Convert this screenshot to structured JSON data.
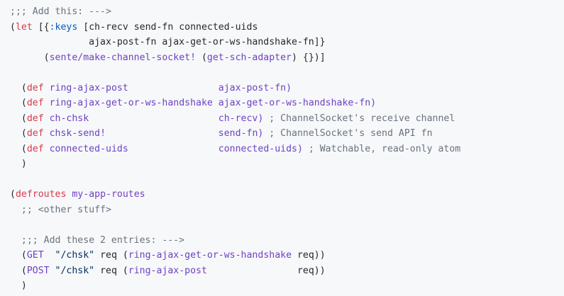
{
  "code": {
    "language": "clojure",
    "lines": [
      [
        {
          "t": ";;; Add this: --->",
          "k": "comment"
        }
      ],
      [
        {
          "t": "(",
          "k": "plain"
        },
        {
          "t": "let",
          "k": "keyword"
        },
        {
          "t": " [{",
          "k": "plain"
        },
        {
          "t": ":keys",
          "k": "kw"
        },
        {
          "t": " [ch-recv send-fn connected-uids",
          "k": "plain"
        }
      ],
      [
        {
          "t": "              ajax-post-fn ajax-get-or-ws-handshake-fn]}",
          "k": "plain"
        }
      ],
      [
        {
          "t": "      (",
          "k": "plain"
        },
        {
          "t": "sente/make-channel-socket!",
          "k": "fn"
        },
        {
          "t": " (",
          "k": "plain"
        },
        {
          "t": "get-sch-adapter",
          "k": "fn"
        },
        {
          "t": ") {})]",
          "k": "plain"
        }
      ],
      [],
      [
        {
          "t": "  (",
          "k": "plain"
        },
        {
          "t": "def",
          "k": "keyword"
        },
        {
          "t": " ",
          "k": "plain"
        },
        {
          "t": "ring-ajax-post",
          "k": "fn"
        },
        {
          "t": "                ajax-post-fn)",
          "k": "fn"
        }
      ],
      [
        {
          "t": "  (",
          "k": "plain"
        },
        {
          "t": "def",
          "k": "keyword"
        },
        {
          "t": " ",
          "k": "plain"
        },
        {
          "t": "ring-ajax-get-or-ws-handshake",
          "k": "fn"
        },
        {
          "t": " ajax-get-or-ws-handshake-fn)",
          "k": "fn"
        }
      ],
      [
        {
          "t": "  (",
          "k": "plain"
        },
        {
          "t": "def",
          "k": "keyword"
        },
        {
          "t": " ",
          "k": "plain"
        },
        {
          "t": "ch-chsk",
          "k": "fn"
        },
        {
          "t": "                       ch-recv)",
          "k": "fn"
        },
        {
          "t": " ; ChannelSocket's receive channel",
          "k": "comment"
        }
      ],
      [
        {
          "t": "  (",
          "k": "plain"
        },
        {
          "t": "def",
          "k": "keyword"
        },
        {
          "t": " ",
          "k": "plain"
        },
        {
          "t": "chsk-send!",
          "k": "fn"
        },
        {
          "t": "                    send-fn)",
          "k": "fn"
        },
        {
          "t": " ; ChannelSocket's send API fn",
          "k": "comment"
        }
      ],
      [
        {
          "t": "  (",
          "k": "plain"
        },
        {
          "t": "def",
          "k": "keyword"
        },
        {
          "t": " ",
          "k": "plain"
        },
        {
          "t": "connected-uids",
          "k": "fn"
        },
        {
          "t": "                connected-uids)",
          "k": "fn"
        },
        {
          "t": " ; Watchable, read-only atom",
          "k": "comment"
        }
      ],
      [
        {
          "t": "  )",
          "k": "plain"
        }
      ],
      [],
      [
        {
          "t": "(",
          "k": "plain"
        },
        {
          "t": "defroutes",
          "k": "keyword"
        },
        {
          "t": " ",
          "k": "plain"
        },
        {
          "t": "my-app-routes",
          "k": "fn"
        }
      ],
      [
        {
          "t": "  ;; <other stuff>",
          "k": "comment"
        }
      ],
      [],
      [
        {
          "t": "  ;;; Add these 2 entries: --->",
          "k": "comment"
        }
      ],
      [
        {
          "t": "  (",
          "k": "plain"
        },
        {
          "t": "GET",
          "k": "fn"
        },
        {
          "t": "  ",
          "k": "plain"
        },
        {
          "t": "\"/chsk\"",
          "k": "str"
        },
        {
          "t": " req (",
          "k": "plain"
        },
        {
          "t": "ring-ajax-get-or-ws-handshake",
          "k": "fn"
        },
        {
          "t": " req))",
          "k": "plain"
        }
      ],
      [
        {
          "t": "  (",
          "k": "plain"
        },
        {
          "t": "POST",
          "k": "fn"
        },
        {
          "t": " ",
          "k": "plain"
        },
        {
          "t": "\"/chsk\"",
          "k": "str"
        },
        {
          "t": " req (",
          "k": "plain"
        },
        {
          "t": "ring-ajax-post",
          "k": "fn"
        },
        {
          "t": "                req))",
          "k": "plain"
        }
      ],
      [
        {
          "t": "  )",
          "k": "plain"
        }
      ]
    ]
  },
  "colors": {
    "background": "#f6f8fa",
    "comment": "#6a737d",
    "keyword": "#d73a49",
    "function": "#6f42c1",
    "keyword_literal": "#005cc5",
    "string": "#032f62",
    "text": "#24292e"
  }
}
